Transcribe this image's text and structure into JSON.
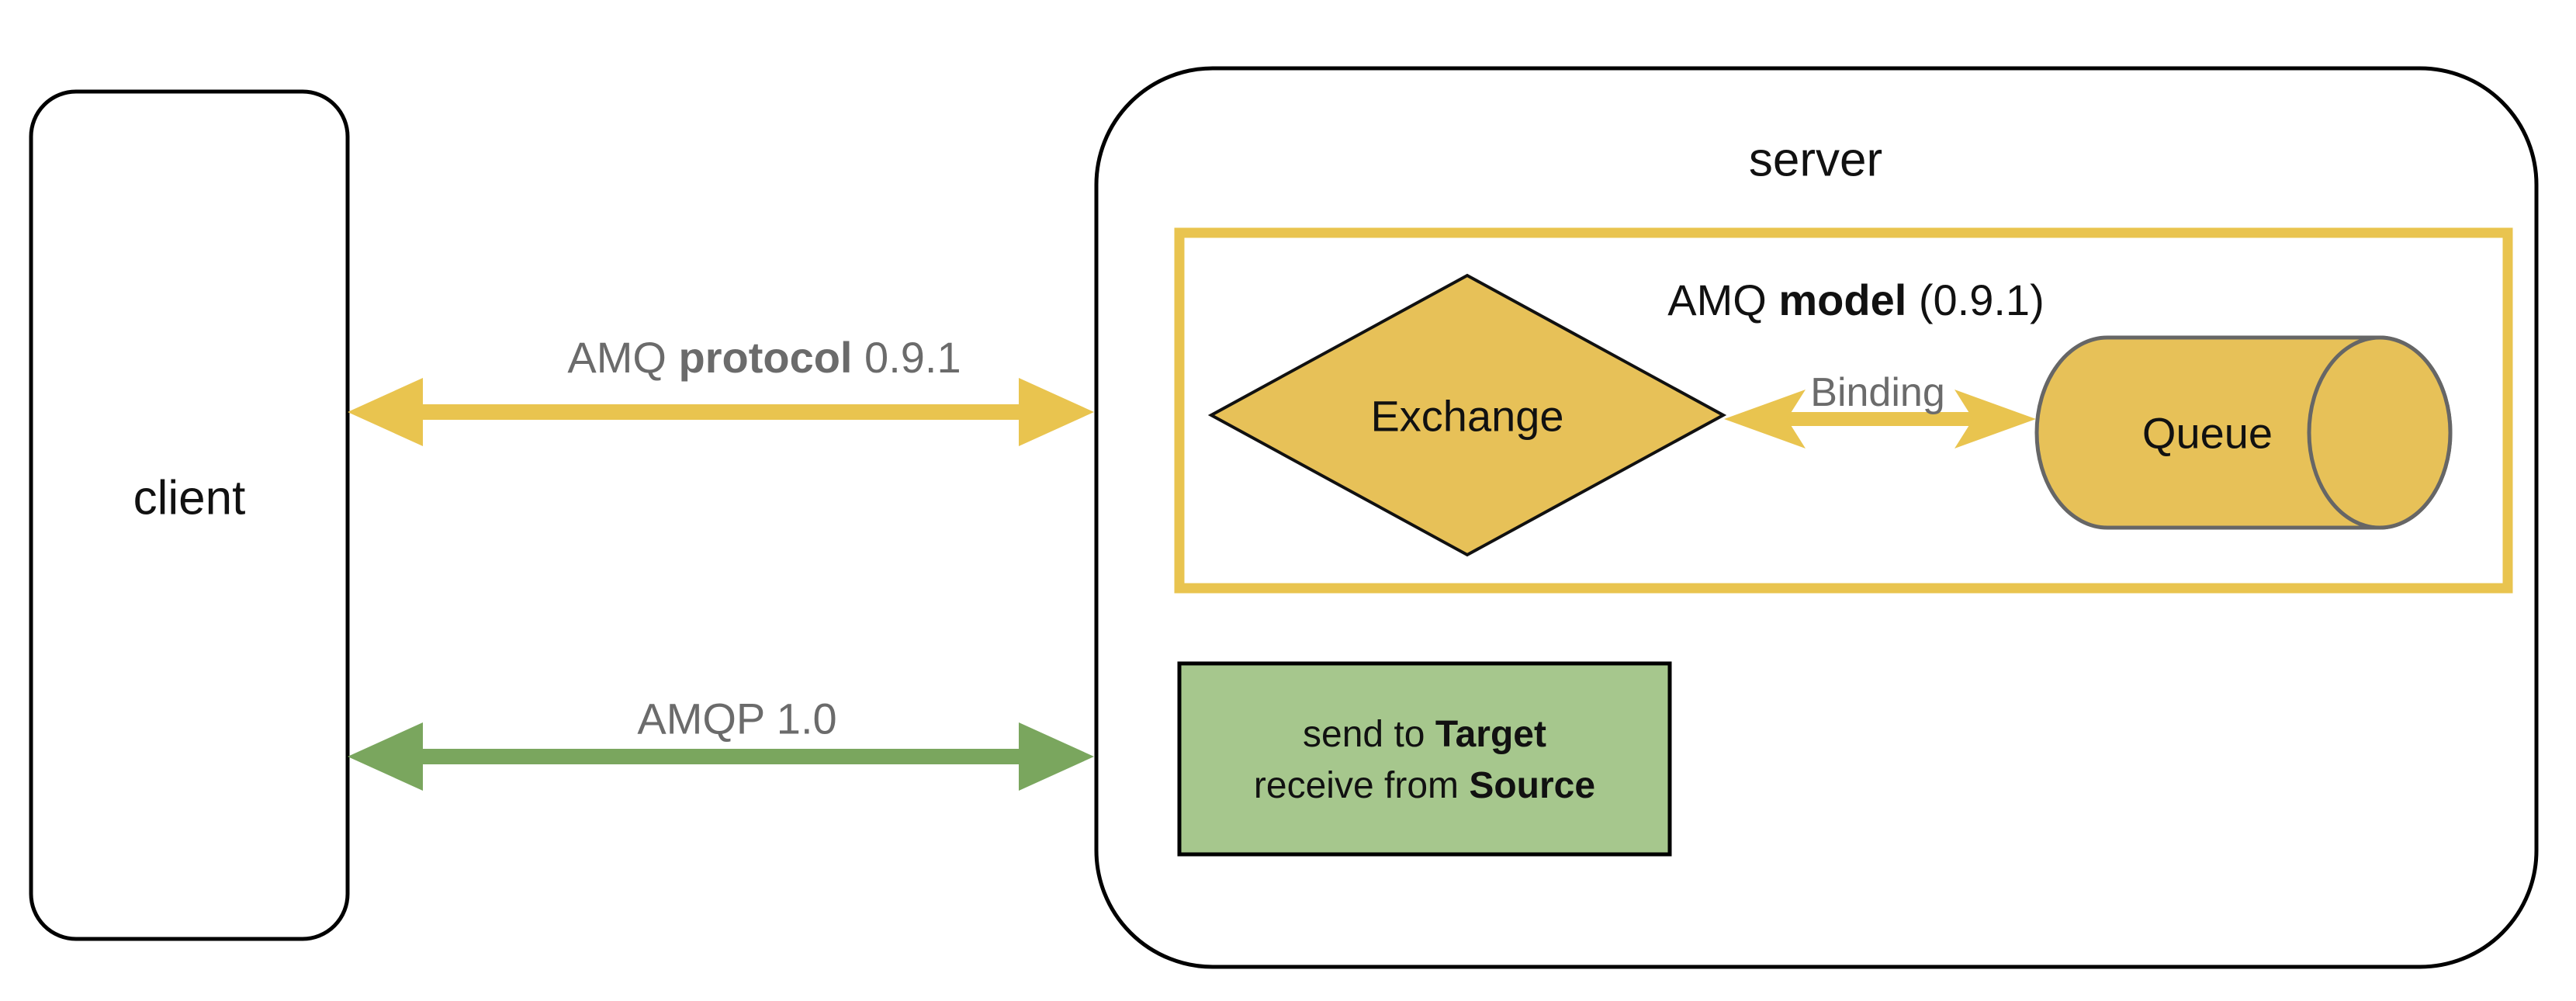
{
  "client": {
    "label": "client"
  },
  "server": {
    "label": "server"
  },
  "amq_model_box": {
    "label_pre": "AMQ ",
    "label_bold": "model",
    "label_post": " (0.9.1)"
  },
  "exchange": {
    "label": "Exchange"
  },
  "binding": {
    "label": "Binding"
  },
  "queue": {
    "label": "Queue"
  },
  "capability_box": {
    "line1_pre": "send to ",
    "line1_bold": "Target",
    "line2_pre": "receive from ",
    "line2_bold": "Source"
  },
  "arrows": {
    "amq_protocol": {
      "label_pre": "AMQ ",
      "label_bold": "protocol",
      "label_post": " 0.9.1"
    },
    "amqp_10": {
      "label": "AMQP 1.0"
    }
  },
  "colors": {
    "yellow": "#e9c44f",
    "yellow_fill": "#e7c158",
    "green": "#7aa65e",
    "green_fill": "#a6c78d",
    "gray_text": "#6b6b6b",
    "gray_stroke": "#666666",
    "ink": "#111111"
  }
}
